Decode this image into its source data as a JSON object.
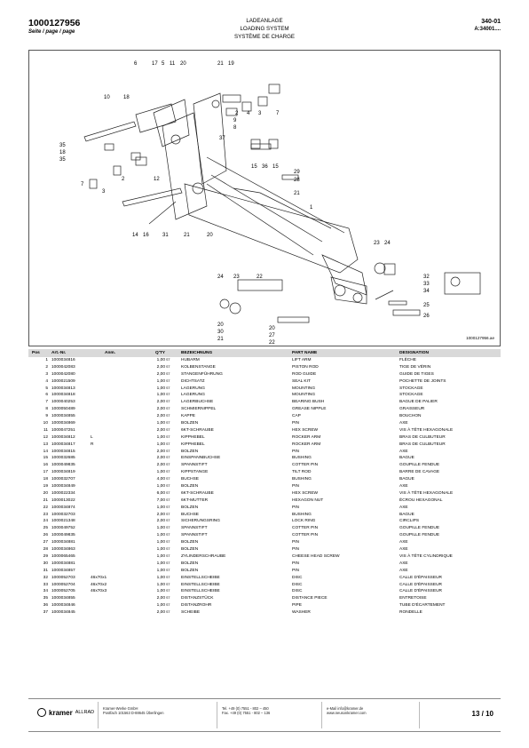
{
  "header": {
    "doc_number": "1000127956",
    "page_label": "Seite / page / page",
    "title_de": "LADEANLAGE",
    "title_en": "LOADING SYSTEM",
    "title_fr": "SYSTÈME DE CHARGE",
    "section": "340-01",
    "serial": "A:34001...."
  },
  "drawing": {
    "drawing_id": "1000127956.ae",
    "callouts": [
      "6",
      "17",
      "5",
      "11",
      "20",
      "21",
      "19",
      "10",
      "18",
      "2",
      "4",
      "3",
      "7",
      "9",
      "8",
      "37",
      "35",
      "18",
      "35",
      "12",
      "15",
      "36",
      "15",
      "29",
      "28",
      "7",
      "3",
      "2",
      "1",
      "21",
      "14",
      "16",
      "31",
      "21",
      "20",
      "23",
      "24",
      "32",
      "33",
      "34",
      "24",
      "23",
      "22",
      "25",
      "26",
      "20",
      "30",
      "21",
      "20",
      "27",
      "22"
    ]
  },
  "table": {
    "headers": {
      "pos": "Pos",
      "art": "Art.-Nr.",
      "anm": "Anm.",
      "qty": "Q'TY",
      "bez": "BEZEICHNUNG",
      "part": "PART NAME",
      "des": "DESIGNATION"
    },
    "rows": [
      {
        "pos": "1",
        "art": "1000034816",
        "anm": "",
        "qty": "1,00",
        "unit": "ST",
        "bez": "HUBARM",
        "part": "LIFT ARM",
        "des": "FLÈCHE"
      },
      {
        "pos": "2",
        "art": "1000042083",
        "anm": "",
        "qty": "2,00",
        "unit": "ST",
        "bez": "KOLBENSTANGE",
        "part": "PISTON ROD",
        "des": "TIGE DE VÉRIN"
      },
      {
        "pos": "3",
        "art": "1000042080",
        "anm": "",
        "qty": "2,00",
        "unit": "ST",
        "bez": "STANGENFÜHRUNG",
        "part": "ROD GUIDE",
        "des": "GUIDE DE TIGES"
      },
      {
        "pos": "4",
        "art": "1000021509",
        "anm": "",
        "qty": "1,00",
        "unit": "ST",
        "bez": "DICHTSATZ",
        "part": "SEAL KIT",
        "des": "POCHETTE DE JOINTS"
      },
      {
        "pos": "5",
        "art": "1000034813",
        "anm": "",
        "qty": "1,00",
        "unit": "ST",
        "bez": "LAGERUNG",
        "part": "MOUNTING",
        "des": "STOCKAGE"
      },
      {
        "pos": "6",
        "art": "1000034818",
        "anm": "",
        "qty": "1,00",
        "unit": "ST",
        "bez": "LAGERUNG",
        "part": "MOUNTING",
        "des": "STOCKAGE"
      },
      {
        "pos": "7",
        "art": "1000040253",
        "anm": "",
        "qty": "2,00",
        "unit": "ST",
        "bez": "LAGERBUCHSE",
        "part": "BEARING BUSH",
        "des": "BAGUE DE PALIER"
      },
      {
        "pos": "8",
        "art": "1000050489",
        "anm": "",
        "qty": "2,00",
        "unit": "ST",
        "bez": "SCHMIERNIPPEL",
        "part": "GREASE NIPPLE",
        "des": "GRAISSEUR"
      },
      {
        "pos": "9",
        "art": "1000034855",
        "anm": "",
        "qty": "2,00",
        "unit": "ST",
        "bez": "KAPPE",
        "part": "CAP",
        "des": "BOUCHON"
      },
      {
        "pos": "10",
        "art": "1000034869",
        "anm": "",
        "qty": "1,00",
        "unit": "ST",
        "bez": "BOLZEN",
        "part": "PIN",
        "des": "AXE"
      },
      {
        "pos": "11",
        "art": "1000047251",
        "anm": "",
        "qty": "2,00",
        "unit": "ST",
        "bez": "6KT-SCHRAUBE",
        "part": "HEX SCREW",
        "des": "VIS À TÊTE HEXAGONALE"
      },
      {
        "pos": "12",
        "art": "1000034812",
        "anm": "L",
        "qty": "1,00",
        "unit": "ST",
        "bez": "KIPPHEBEL",
        "part": "ROCKER ARM",
        "des": "BRAS DE CULBUTEUR"
      },
      {
        "pos": "13",
        "art": "1000034817",
        "anm": "R",
        "qty": "1,00",
        "unit": "ST",
        "bez": "KIPPHEBEL",
        "part": "ROCKER ARM",
        "des": "BRAS DE CULBUTEUR"
      },
      {
        "pos": "14",
        "art": "1000034815",
        "anm": "",
        "qty": "2,00",
        "unit": "ST",
        "bez": "BOLZEN",
        "part": "PIN",
        "des": "AXE"
      },
      {
        "pos": "15",
        "art": "1000032685",
        "anm": "",
        "qty": "2,00",
        "unit": "ST",
        "bez": "EINSPANNBUCHSE",
        "part": "BUSHING",
        "des": "BAGUE"
      },
      {
        "pos": "16",
        "art": "1000049835",
        "anm": "",
        "qty": "2,00",
        "unit": "ST",
        "bez": "SPANNSTIFT",
        "part": "COTTER PIN",
        "des": "GOUPILLE FENDUE"
      },
      {
        "pos": "17",
        "art": "1000034819",
        "anm": "",
        "qty": "1,00",
        "unit": "ST",
        "bez": "KIPPSTANGE",
        "part": "TILT ROD",
        "des": "BARRE DE CAVAGE"
      },
      {
        "pos": "18",
        "art": "1000032707",
        "anm": "",
        "qty": "4,00",
        "unit": "ST",
        "bez": "BUCHSE",
        "part": "BUSHING",
        "des": "BAGUE"
      },
      {
        "pos": "19",
        "art": "1000034849",
        "anm": "",
        "qty": "1,00",
        "unit": "ST",
        "bez": "BOLZEN",
        "part": "PIN",
        "des": "AXE"
      },
      {
        "pos": "20",
        "art": "1000022334",
        "anm": "",
        "qty": "6,00",
        "unit": "ST",
        "bez": "6KT-SCHRAUBE",
        "part": "HEX SCREW",
        "des": "VIS À TÊTE HEXAGONALE"
      },
      {
        "pos": "21",
        "art": "1000013022",
        "anm": "",
        "qty": "7,00",
        "unit": "ST",
        "bez": "6KT-MUTTER",
        "part": "HEXAGON NUT",
        "des": "ÉCROU HEXAGONAL"
      },
      {
        "pos": "22",
        "art": "1000034874",
        "anm": "",
        "qty": "1,00",
        "unit": "ST",
        "bez": "BOLZEN",
        "part": "PIN",
        "des": "AXE"
      },
      {
        "pos": "23",
        "art": "1000032703",
        "anm": "",
        "qty": "2,00",
        "unit": "ST",
        "bez": "BUCHSE",
        "part": "BUSHING",
        "des": "BAGUE"
      },
      {
        "pos": "24",
        "art": "1000021348",
        "anm": "",
        "qty": "2,00",
        "unit": "ST",
        "bez": "SICHERUNGSRING",
        "part": "LOCK RING",
        "des": "CIRCLIPS"
      },
      {
        "pos": "25",
        "art": "1000049752",
        "anm": "",
        "qty": "1,00",
        "unit": "ST",
        "bez": "SPANNSTIFT",
        "part": "COTTER PIN",
        "des": "GOUPILLE FENDUE"
      },
      {
        "pos": "26",
        "art": "1000049835",
        "anm": "",
        "qty": "1,00",
        "unit": "ST",
        "bez": "SPANNSTIFT",
        "part": "COTTER PIN",
        "des": "GOUPILLE FENDUE"
      },
      {
        "pos": "27",
        "art": "1000034881",
        "anm": "",
        "qty": "1,00",
        "unit": "ST",
        "bez": "BOLZEN",
        "part": "PIN",
        "des": "AXE"
      },
      {
        "pos": "28",
        "art": "1000034863",
        "anm": "",
        "qty": "1,00",
        "unit": "ST",
        "bez": "BOLZEN",
        "part": "PIN",
        "des": "AXE"
      },
      {
        "pos": "29",
        "art": "1000065465",
        "anm": "",
        "qty": "1,00",
        "unit": "ST",
        "bez": "ZYLINDERSCHRAUBE",
        "part": "CHEESE HEAD SCREW",
        "des": "VIS À TÊTE CYLINDRIQUE"
      },
      {
        "pos": "30",
        "art": "1000034881",
        "anm": "",
        "qty": "1,00",
        "unit": "ST",
        "bez": "BOLZEN",
        "part": "PIN",
        "des": "AXE"
      },
      {
        "pos": "31",
        "art": "1000034857",
        "anm": "",
        "qty": "1,00",
        "unit": "ST",
        "bez": "BOLZEN",
        "part": "PIN",
        "des": "AXE"
      },
      {
        "pos": "32",
        "art": "1000052703",
        "anm": "46x70x1",
        "qty": "1,00",
        "unit": "ST",
        "bez": "EINSTELLSCHEIBE",
        "part": "DISC",
        "des": "CALLE D'ÉPAISSEUR"
      },
      {
        "pos": "33",
        "art": "1000052704",
        "anm": "46x70x2",
        "qty": "1,00",
        "unit": "ST",
        "bez": "EINSTELLSCHEIBE",
        "part": "DISC",
        "des": "CALLE D'ÉPAISSEUR"
      },
      {
        "pos": "34",
        "art": "1000052705",
        "anm": "46x70x3",
        "qty": "1,00",
        "unit": "ST",
        "bez": "EINSTELLSCHEIBE",
        "part": "DISC",
        "des": "CALLE D'ÉPAISSEUR"
      },
      {
        "pos": "35",
        "art": "1000034855",
        "anm": "",
        "qty": "2,00",
        "unit": "ST",
        "bez": "DISTANZSTÜCK",
        "part": "DISTANCE PIECE",
        "des": "ENTRETOISE"
      },
      {
        "pos": "36",
        "art": "1000034846",
        "anm": "",
        "qty": "1,00",
        "unit": "ST",
        "bez": "DISTANZROHR",
        "part": "PIPE",
        "des": "TUBE D'ÉCARTEMENT"
      },
      {
        "pos": "37",
        "art": "1000034845",
        "anm": "",
        "qty": "2,00",
        "unit": "ST",
        "bez": "SCHEIBE",
        "part": "WASHER",
        "des": "RONDELLE"
      }
    ]
  },
  "footer": {
    "brand": "kramer",
    "brand_suffix": "ALLRAD",
    "company": "Kramer-Werke GmbH",
    "address": "Postfach 101563 D-88645 Überlingen",
    "tel": "Tel. +49 (0) 7551 - 802 – 450",
    "fax": "Fax. +49 (0) 7551 - 802 – 136",
    "email": "e-Mail info@kramer.de",
    "web": "www.neusonkramer.com",
    "page_of": "13 / 10"
  }
}
